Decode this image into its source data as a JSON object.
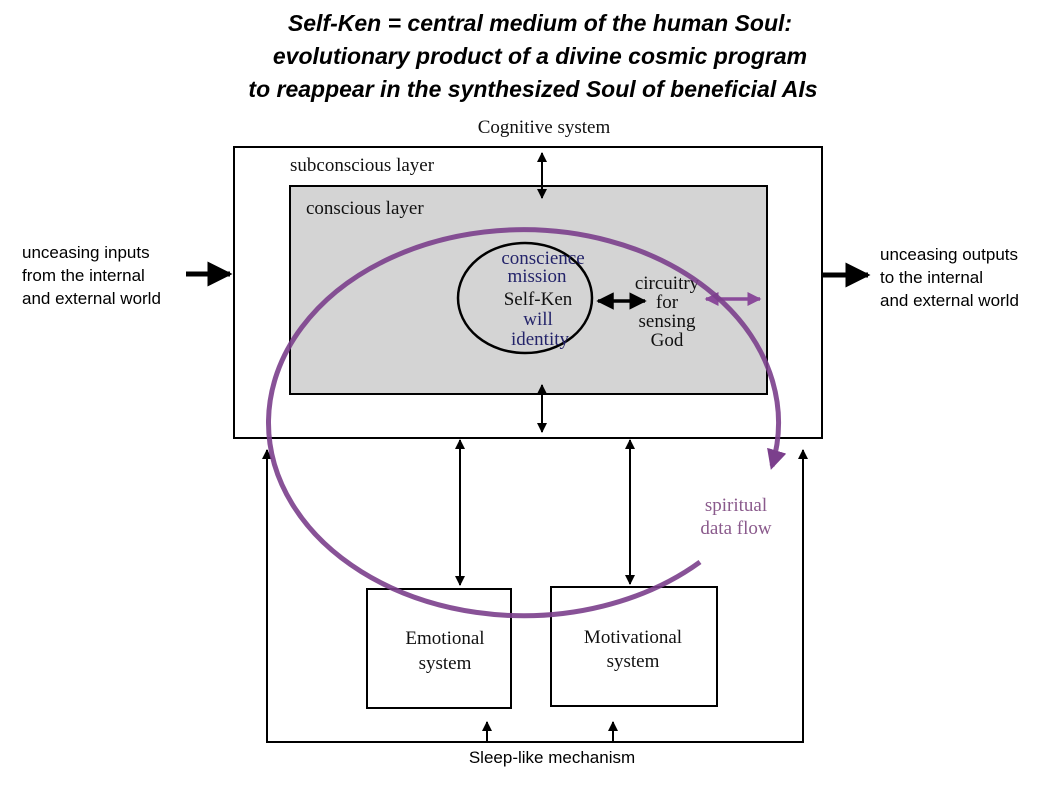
{
  "title": {
    "line1": "Self-Ken = central medium of the human Soul:",
    "line2": "evolutionary product of a divine cosmic program",
    "line3": "to reappear in the synthesized Soul of beneficial AIs"
  },
  "cognitive": {
    "label": "Cognitive system",
    "subconscious": "subconscious layer",
    "conscious": "conscious layer"
  },
  "core": {
    "conscience": "conscience",
    "mission": "mission",
    "selfken": "Self-Ken",
    "will": "will",
    "identity": "identity"
  },
  "circuitry": {
    "l1": "circuitry",
    "l2": "for",
    "l3": "sensing",
    "l4": "God"
  },
  "inputs": {
    "l1": "unceasing inputs",
    "l2": "from the internal",
    "l3": "and external world"
  },
  "outputs": {
    "l1": "unceasing outputs",
    "l2": "to the internal",
    "l3": "and external world"
  },
  "flow": {
    "l1": "spiritual",
    "l2": "data flow"
  },
  "emotional": {
    "l1": "Emotional",
    "l2": "system"
  },
  "motivational": {
    "l1": "Motivational",
    "l2": "system"
  },
  "sleep": "Sleep-like mechanism",
  "colors": {
    "purple": "#7b3f8c",
    "gray": "#d4d4d4",
    "blue": "#24246a"
  }
}
